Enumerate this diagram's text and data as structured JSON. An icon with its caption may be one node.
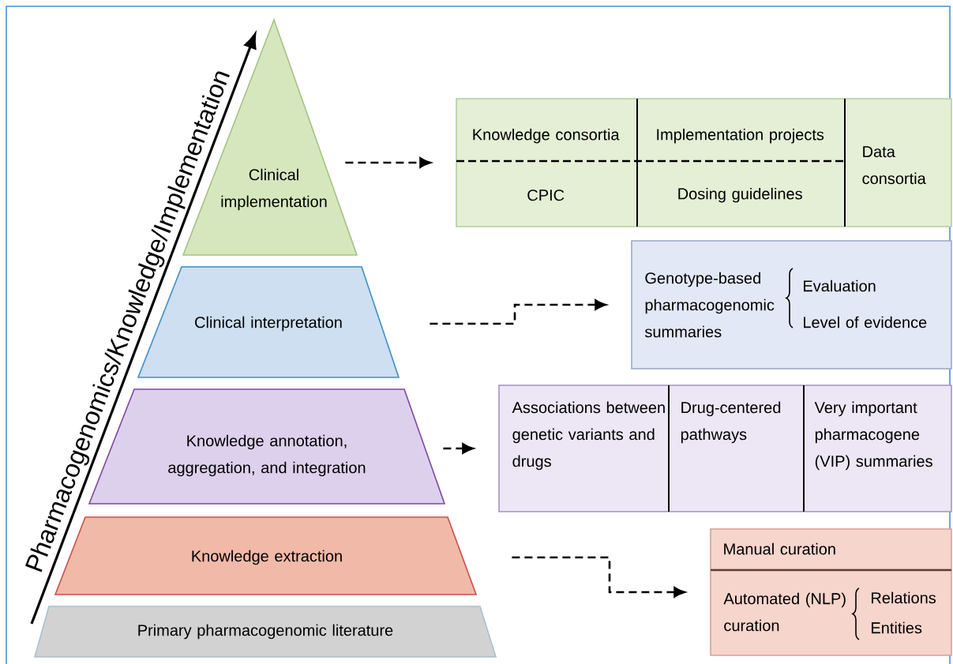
{
  "diagram": {
    "nodes": [
      {
        "text": [
          "Clinical implementation"
        ]
      },
      {
        "text": [
          "Clinical interpretation"
        ]
      },
      {
        "text": [
          "Knowledge annotation, aggregation, and integration"
        ]
      },
      {
        "text": [
          "Knowledge extraction"
        ]
      },
      {
        "text": [
          "Primary pharmacogenomic literature"
        ]
      },
      {
        "text": [],
        "shape": "box"
      },
      {
        "text": [
          "Knowledge consortia"
        ],
        "in": 5
      },
      {
        "text": [
          "CPIC"
        ],
        "in": 5
      },
      {
        "text": [
          "Implementation projects"
        ],
        "in": 5
      },
      {
        "text": [
          "Dosing guidelines"
        ],
        "in": 5
      },
      {
        "text": [
          "Data consortia"
        ],
        "in": 5
      },
      {
        "text": [
          "Genotype-based pharmacogenomic summaries",
          "Evaluation",
          "Level of evidence"
        ]
      },
      {
        "text": [],
        "shape": "box"
      },
      {
        "text": [
          "Associations between genetic variants and drugs"
        ],
        "in": 12
      },
      {
        "text": [
          "Drug-centered pathways"
        ],
        "in": 12
      },
      {
        "text": [
          "Very important pharmacogene (VIP) summaries"
        ],
        "in": 12
      },
      {
        "text": [],
        "shape": "box"
      },
      {
        "text": [
          "Manual curation"
        ],
        "in": 16
      },
      {
        "text": [
          "Automated (NLP) curation",
          "Relations",
          "Entities"
        ],
        "in": 16
      }
    ],
    "edges": [
      {
        "from": 0,
        "to": 5,
        "arrow": "to",
        "style": "dashed"
      },
      {
        "from": 1,
        "to": 11,
        "arrow": "to",
        "style": "dashed"
      },
      {
        "from": 2,
        "to": 12,
        "arrow": "to",
        "style": "dashed"
      },
      {
        "from": 3,
        "to": 16,
        "arrow": "to",
        "style": "dashed"
      }
    ],
    "labels": [
      "Pharmacogenomics/Knowledge/Implementation"
    ]
  }
}
